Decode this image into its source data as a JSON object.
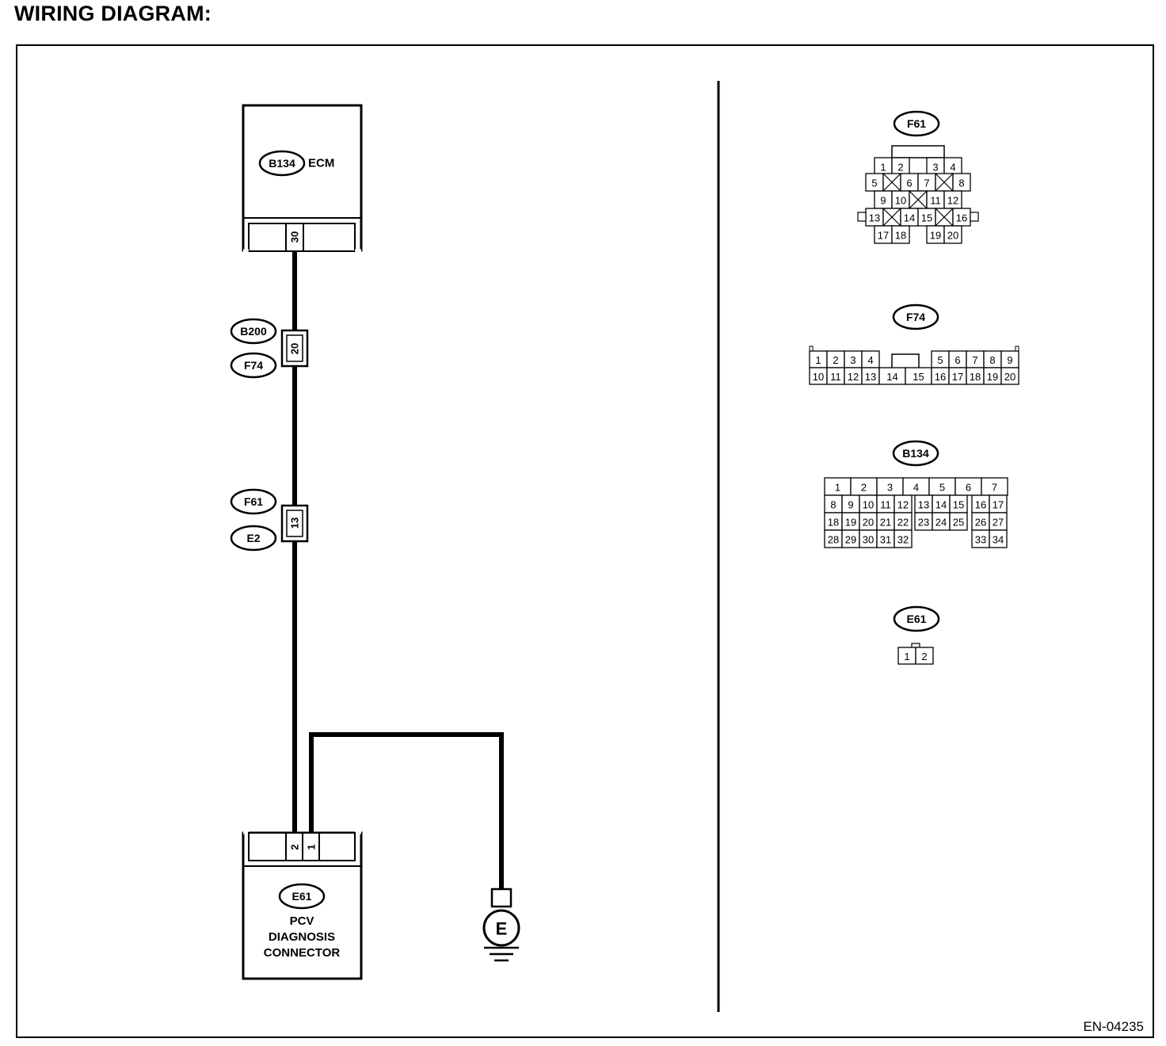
{
  "page_title": "WIRING DIAGRAM:",
  "doc_code": "EN-04235",
  "ecm": {
    "code": "B134",
    "name": "ECM",
    "pin": "30"
  },
  "junction_upper": {
    "upper_code": "B200",
    "lower_code": "F74",
    "pin": "20"
  },
  "junction_lower": {
    "upper_code": "F61",
    "lower_code": "E2",
    "pin": "13"
  },
  "pcv": {
    "code": "E61",
    "name_lines": [
      "PCV",
      "DIAGNOSIS",
      "CONNECTOR"
    ],
    "pin_left": "2",
    "pin_right": "1"
  },
  "ground": {
    "label": "E"
  },
  "connectors": {
    "f61": {
      "code": "F61",
      "rows": [
        [
          "1",
          "2",
          "",
          "3",
          "4"
        ],
        [
          "5",
          "X",
          "6",
          "7",
          "X",
          "8"
        ],
        [
          "9",
          "10",
          "X",
          "11",
          "12"
        ],
        [
          "13",
          "X",
          "14",
          "15",
          "X",
          "16"
        ],
        [
          "17",
          "18",
          "",
          "19",
          "20"
        ]
      ]
    },
    "f74": {
      "code": "F74",
      "row1": [
        "1",
        "2",
        "3",
        "4",
        "5",
        "6",
        "7",
        "8",
        "9"
      ],
      "row2": [
        "10",
        "11",
        "12",
        "13",
        "14",
        "15",
        "16",
        "17",
        "18",
        "19",
        "20"
      ]
    },
    "b134": {
      "code": "B134",
      "row1": [
        "1",
        "2",
        "3",
        "4",
        "5",
        "6",
        "7"
      ],
      "row2": [
        "8",
        "9",
        "10",
        "11",
        "12",
        "13",
        "14",
        "15",
        "16",
        "17"
      ],
      "row3": [
        "18",
        "19",
        "20",
        "21",
        "22",
        "23",
        "24",
        "25",
        "26",
        "27"
      ],
      "row4": [
        "28",
        "29",
        "30",
        "31",
        "32",
        "33",
        "34"
      ]
    },
    "e61": {
      "code": "E61",
      "pins": [
        "1",
        "2"
      ]
    }
  }
}
